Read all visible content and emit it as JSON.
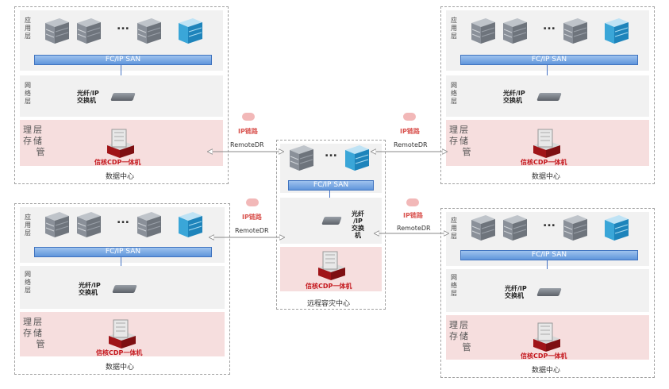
{
  "labels": {
    "app_layer": "应用层",
    "net_layer": "网络层",
    "storage_layer_a": "存储",
    "storage_layer_b": "理层",
    "storage_layer_c": "管",
    "san": "FC/IP SAN",
    "switch": "光纤/IP",
    "switch2": "交换机",
    "switch_center_1": "光纤",
    "switch_center_2": "/IP",
    "switch_center_3": "交换",
    "switch_center_4": "机",
    "cdp": "信核CDP一体机",
    "dc_caption": "数据中心",
    "dr_caption": "远程容灾中心",
    "ip_link": "IP链路",
    "remotedr": "RemoteDR",
    "dots": "..."
  },
  "colors": {
    "storage_band": "#f6dede",
    "san_bar": "#5f95db",
    "cdp_label": "#c4161c",
    "ip_link": "#d9534f"
  },
  "icons": [
    "server-icon",
    "switch-icon",
    "cdp-appliance-icon",
    "cloud-icon",
    "double-arrow-icon"
  ]
}
